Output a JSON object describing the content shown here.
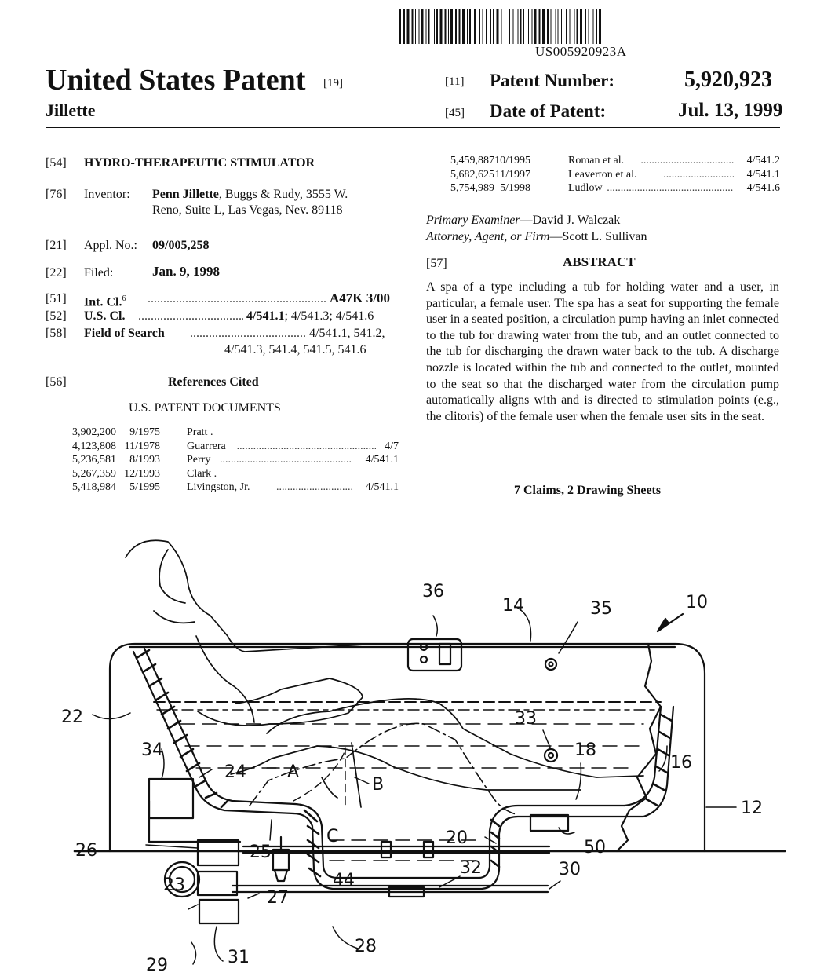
{
  "header": {
    "publication_number": "US005920923A",
    "title": "United States Patent",
    "title_tag": "[19]",
    "inventor_surname": "Jillette",
    "patent_number_tag": "[11]",
    "patent_number_label": "Patent Number:",
    "patent_number": "5,920,923",
    "date_tag": "[45]",
    "date_label": "Date of Patent:",
    "date": "Jul. 13, 1999"
  },
  "left": {
    "title_tag": "[54]",
    "title": "HYDRO-THERAPEUTIC STIMULATOR",
    "inventor_tag": "[76]",
    "inventor_label": "Inventor:",
    "inventor_name": "Penn Jillette",
    "inventor_addr1": ", Buggs & Rudy, 3555 W.",
    "inventor_addr2": "Reno, Suite L, Las Vegas, Nev. 89118",
    "appl_tag": "[21]",
    "appl_label": "Appl. No.:",
    "appl_no": "09/005,258",
    "filed_tag": "[22]",
    "filed_label": "Filed:",
    "filed_date": "Jan. 9, 1998",
    "intcl_tag": "[51]",
    "intcl_label": "Int. Cl.",
    "intcl_sup": "6",
    "intcl_value": "A47K 3/00",
    "uscl_tag": "[52]",
    "uscl_label": "U.S. Cl.",
    "uscl_main": "4/541.1",
    "uscl_rest": "; 4/541.3; 4/541.6",
    "field_tag": "[58]",
    "field_label": "Field of Search",
    "field_line1": "4/541.1, 541.2,",
    "field_line2": "4/541.3, 541.4, 541.5, 541.6",
    "refs_tag": "[56]",
    "refs_title": "References Cited",
    "refs_subtitle": "U.S. PATENT DOCUMENTS",
    "refs": [
      {
        "number": "3,902,200",
        "date": "9/1975",
        "name": "Pratt .",
        "cls": ""
      },
      {
        "number": "4,123,808",
        "date": "11/1978",
        "name": "Guarrera",
        "cls": "4/7"
      },
      {
        "number": "5,236,581",
        "date": "8/1993",
        "name": "Perry",
        "cls": "4/541.1"
      },
      {
        "number": "5,267,359",
        "date": "12/1993",
        "name": "Clark .",
        "cls": ""
      },
      {
        "number": "5,418,984",
        "date": "5/1995",
        "name": "Livingston, Jr.",
        "cls": "4/541.1"
      }
    ]
  },
  "right": {
    "refs": [
      {
        "number": "5,459,887",
        "date": "10/1995",
        "name": "Roman et al.",
        "cls": "4/541.2"
      },
      {
        "number": "5,682,625",
        "date": "11/1997",
        "name": "Leaverton et al.",
        "cls": "4/541.1"
      },
      {
        "number": "5,754,989",
        "date": "5/1998",
        "name": "Ludlow",
        "cls": "4/541.6"
      }
    ],
    "examiner_label": "Primary Examiner",
    "examiner": "—David J. Walczak",
    "attorney_label": "Attorney, Agent, or Firm",
    "attorney": "—Scott L. Sullivan",
    "abstract_tag": "[57]",
    "abstract_title": "ABSTRACT",
    "abstract_text": "A spa of a type including a tub for holding water and a user, in particular, a female user. The spa has a seat for supporting the female user in a seated position, a circulation pump having an inlet connected to the tub for drawing water from the tub, and an outlet connected to the tub for discharging the drawn water back to the tub. A discharge nozzle is located within the tub and connected to the outlet, mounted to the seat so that the discharged water from the circulation pump automatically aligns with and is directed to stimulation points (e.g., the clitoris) of the female user when the female user sits in the seat.",
    "claims": "7 Claims, 2 Drawing Sheets"
  },
  "figure": {
    "labels": [
      "36",
      "14",
      "35",
      "10",
      "22",
      "33",
      "34",
      "24",
      "A",
      "B",
      "18",
      "16",
      "12",
      "C",
      "20",
      "25",
      "50",
      "26",
      "32",
      "30",
      "23",
      "44",
      "27",
      "29",
      "31",
      "28"
    ]
  }
}
